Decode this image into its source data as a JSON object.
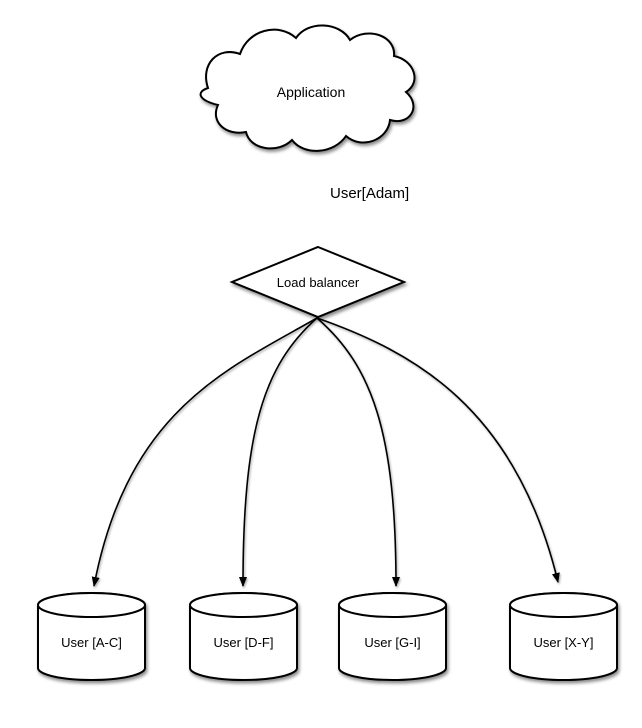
{
  "diagram": {
    "type": "sharding-architecture",
    "colors": {
      "stroke": "#000000",
      "fill": "#ffffff",
      "text": "#000000",
      "background": "#ffffff"
    },
    "nodes": {
      "application": {
        "label": "Application",
        "shape": "cloud"
      },
      "load_balancer": {
        "label": "Load balancer",
        "shape": "diamond"
      },
      "shards": [
        {
          "label": "User [A-C]",
          "shape": "cylinder"
        },
        {
          "label": "User [D-F]",
          "shape": "cylinder"
        },
        {
          "label": "User [G-I]",
          "shape": "cylinder"
        },
        {
          "label": "User [X-Y]",
          "shape": "cylinder"
        }
      ]
    },
    "edges": {
      "app_to_lb": {
        "label": "User[Adam]",
        "from": "application",
        "to": "load_balancer"
      },
      "lb_to_shards": [
        {
          "from": "load_balancer",
          "to": "User [A-C]"
        },
        {
          "from": "load_balancer",
          "to": "User [D-F]"
        },
        {
          "from": "load_balancer",
          "to": "User [G-I]"
        },
        {
          "from": "load_balancer",
          "to": "User [X-Y]"
        }
      ]
    }
  }
}
